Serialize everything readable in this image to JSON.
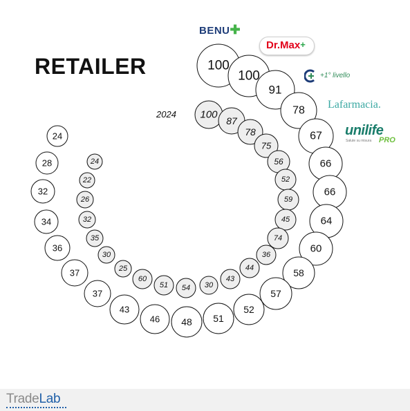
{
  "title": "RETAILER",
  "year_label": "2024",
  "outer_values": [
    "100",
    "100",
    "91",
    "78",
    "67",
    "66",
    "66",
    "64",
    "60",
    "58",
    "57",
    "52",
    "51",
    "48",
    "46",
    "43",
    "37",
    "37",
    "36",
    "34",
    "32",
    "28",
    "24"
  ],
  "inner_values": [
    "100",
    "87",
    "78",
    "75",
    "56",
    "52",
    "59",
    "45",
    "74",
    "36",
    "44",
    "43",
    "30",
    "54",
    "51",
    "60",
    "25",
    "30",
    "35",
    "32",
    "26",
    "22",
    "24"
  ],
  "logos": {
    "benu": "BENU",
    "benu_cross": "✚",
    "drmax": "Dr.Max",
    "drmax_plus": "+",
    "livello": "+1° livello",
    "lafarmacia": "Lafarmacia.",
    "unilife": "unilife",
    "unilife_sub": "Salute su misura",
    "unilife_pro": "PRO"
  },
  "footer": {
    "brand_a": "Trade",
    "brand_b": "Lab"
  },
  "colors": {
    "outer_fill": "#ffffff",
    "inner_fill": "#eeeeee",
    "stroke": "#111111",
    "brand_blue": "#1f5fa8"
  }
}
